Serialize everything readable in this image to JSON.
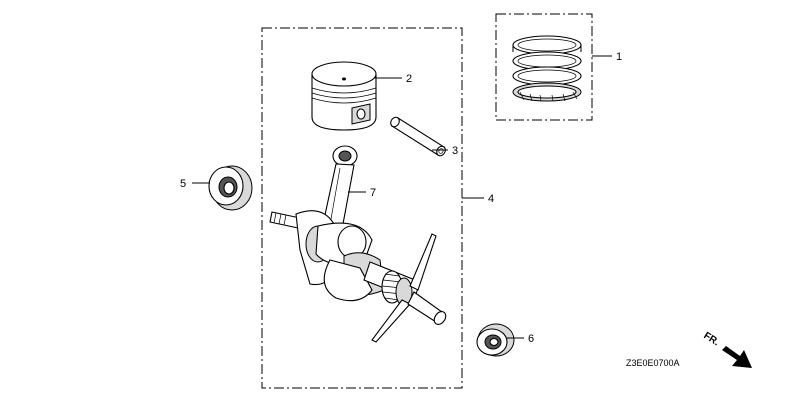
{
  "callouts": [
    {
      "id": "1",
      "part": "piston-rings"
    },
    {
      "id": "2",
      "part": "piston"
    },
    {
      "id": "3",
      "part": "piston-pin"
    },
    {
      "id": "4",
      "part": "assembly-group"
    },
    {
      "id": "5",
      "part": "oil-seal-left"
    },
    {
      "id": "6",
      "part": "oil-seal-right"
    },
    {
      "id": "7",
      "part": "connecting-rod"
    }
  ],
  "diagram_code": "Z3E0E0700A",
  "direction_badge": "FR.",
  "icons": {
    "direction": "arrow-right-down-icon"
  }
}
